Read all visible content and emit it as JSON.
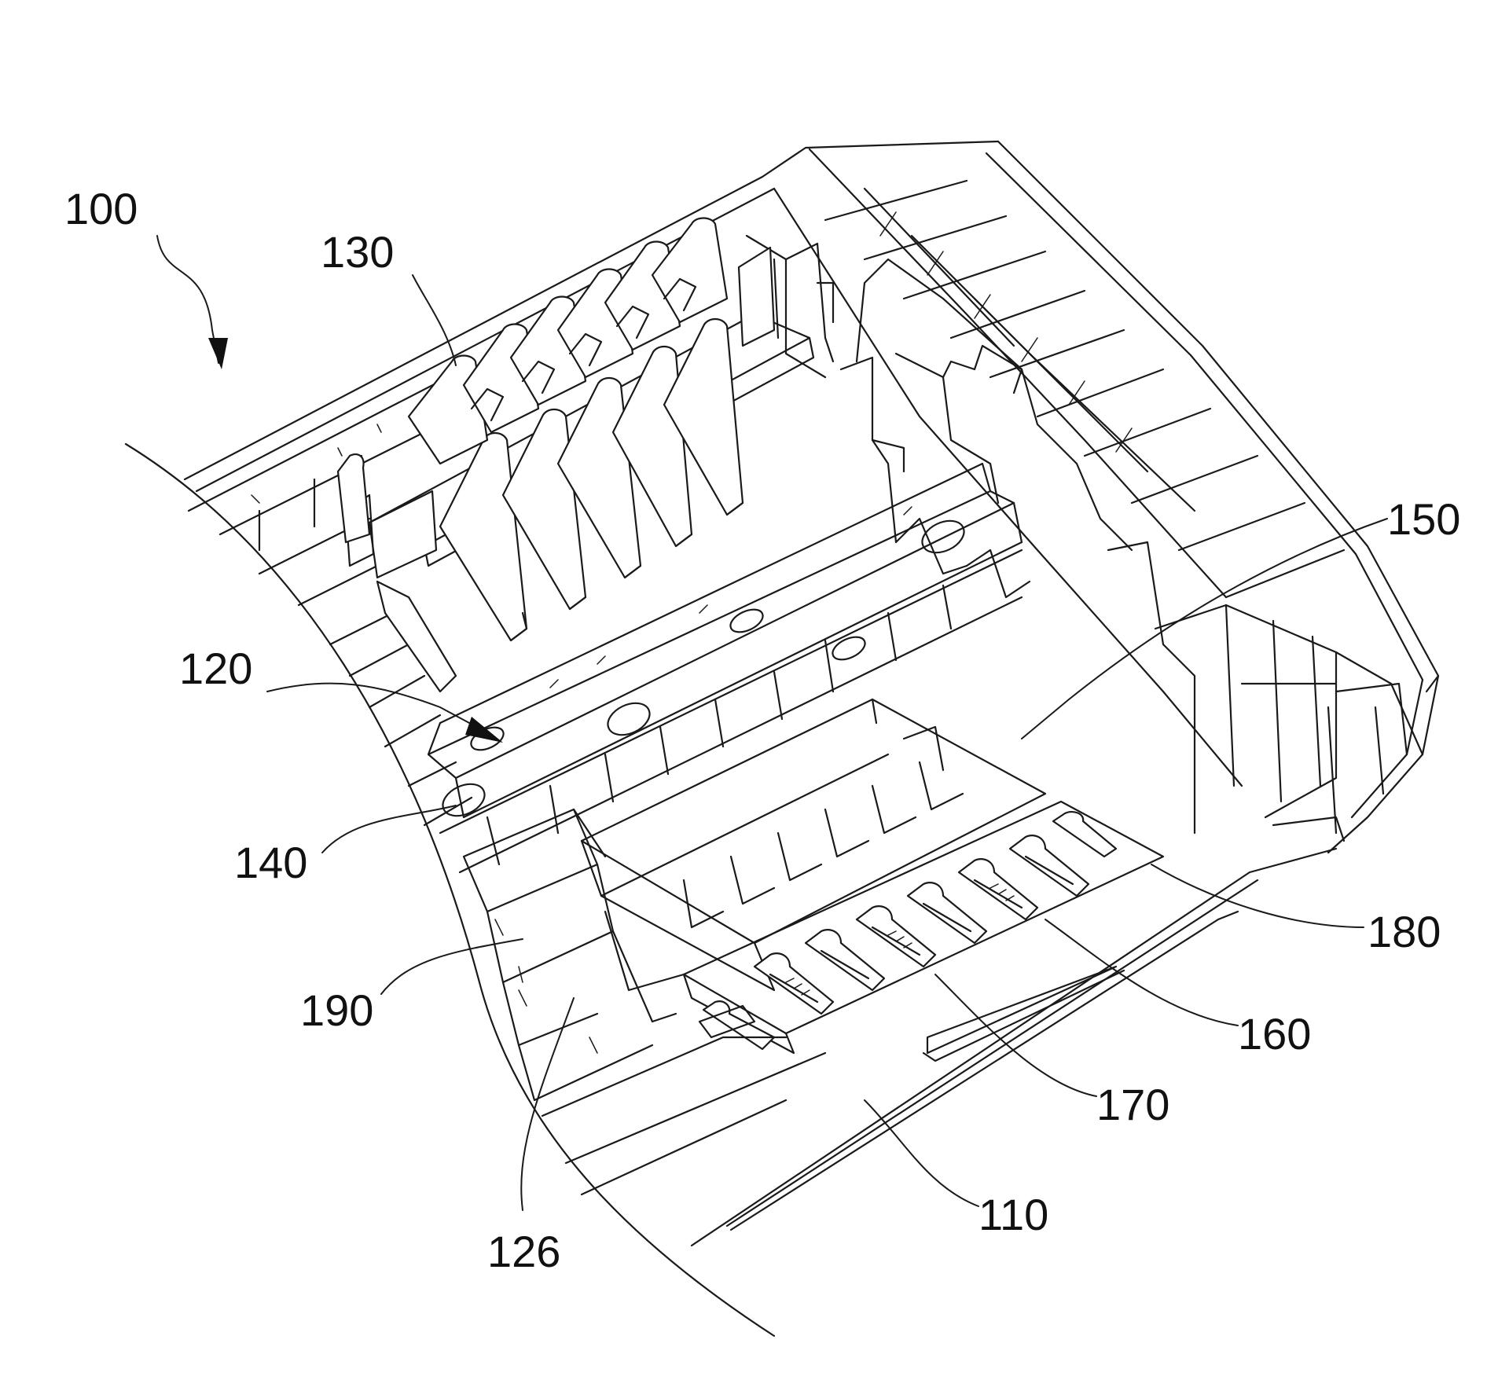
{
  "labels": {
    "l100": "100",
    "l130": "130",
    "l120": "120",
    "l140": "140",
    "l190": "190",
    "l126": "126",
    "l110": "110",
    "l170": "170",
    "l160": "160",
    "l180": "180",
    "l150": "150"
  },
  "colors": {
    "ink": "#1a1a1a",
    "paper": "#ffffff"
  }
}
